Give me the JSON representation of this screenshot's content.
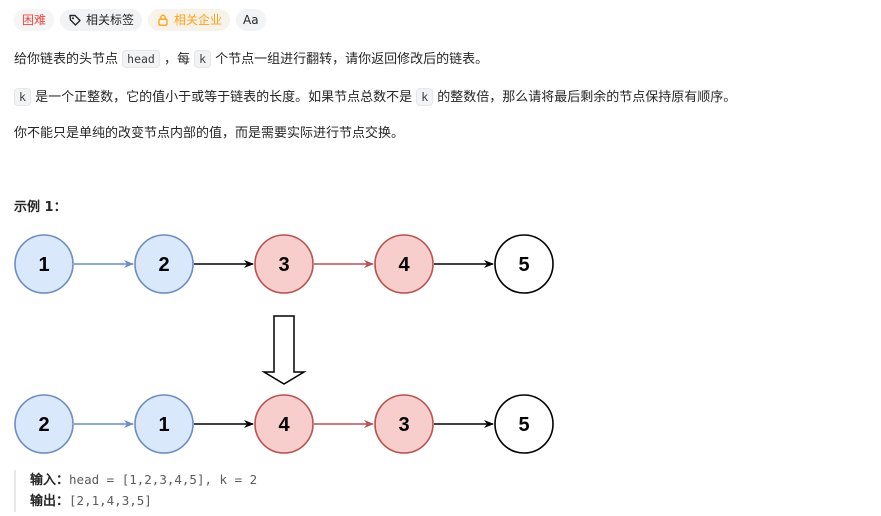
{
  "tags": {
    "difficulty": "困难",
    "topics": "相关标签",
    "companies": "相关企业",
    "font": "Aa"
  },
  "description": {
    "p1": {
      "before": "给你链表的头节点 ",
      "code1": "head",
      "middle": " ，每 ",
      "code2": "k",
      "after": " 个节点一组进行翻转，请你返回修改后的链表。"
    },
    "p2": {
      "code1": "k",
      "middle": " 是一个正整数，它的值小于或等于链表的长度。如果节点总数不是 ",
      "code2": "k",
      "after": " 的整数倍，那么请将最后剩余的节点保持原有顺序。"
    },
    "p3": "你不能只是单纯的改变节点内部的值，而是需要实际进行节点交换。"
  },
  "example": {
    "title": "示例 1：",
    "diagram": {
      "colors": {
        "blue_fill": "#dae8fc",
        "blue_stroke": "#6c8ebf",
        "red_fill": "#f8cecc",
        "red_stroke": "#b85450",
        "white_fill": "#ffffff",
        "black_stroke": "#000000"
      },
      "before": [
        {
          "label": "1",
          "style": "blue"
        },
        {
          "label": "2",
          "style": "blue"
        },
        {
          "label": "3",
          "style": "red"
        },
        {
          "label": "4",
          "style": "red"
        },
        {
          "label": "5",
          "style": "white"
        }
      ],
      "before_links": [
        "blue",
        "black",
        "red",
        "black"
      ],
      "after": [
        {
          "label": "2",
          "style": "blue"
        },
        {
          "label": "1",
          "style": "blue"
        },
        {
          "label": "4",
          "style": "red"
        },
        {
          "label": "3",
          "style": "red"
        },
        {
          "label": "5",
          "style": "white"
        }
      ],
      "after_links": [
        "blue",
        "black",
        "red",
        "black"
      ]
    },
    "input_label": "输入：",
    "input_value": "head = [1,2,3,4,5], k = 2",
    "output_label": "输出：",
    "output_value": "[2,1,4,3,5]"
  }
}
